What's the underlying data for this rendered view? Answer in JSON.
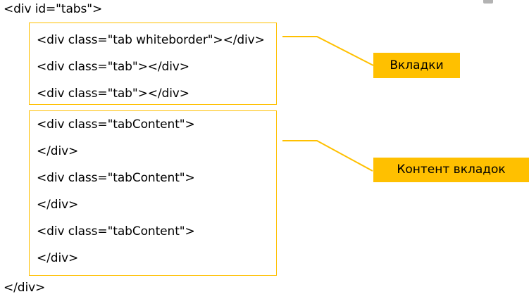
{
  "diagram": {
    "root_open_tag": "<div id=\"tabs\">",
    "root_close_tag": "</div>",
    "accent_color": "#ffc000",
    "text_color": "#000000",
    "background_color": "#ffffff",
    "boxes": [
      {
        "name": "tabs-group",
        "lines": [
          "<div class=\"tab whiteborder\"></div>",
          "<div class=\"tab\"></div>",
          "<div class=\"tab\"></div>"
        ]
      },
      {
        "name": "tabcontent-group",
        "lines": [
          "<div class=\"tabContent\">",
          "</div>",
          "<div class=\"tabContent\">",
          "</div>",
          "<div class=\"tabContent\">",
          "</div>"
        ]
      }
    ],
    "callouts": [
      {
        "name": "tabs-callout",
        "label": "Вкладки"
      },
      {
        "name": "tabcontent-callout",
        "label": "Контент вкладок"
      }
    ]
  }
}
